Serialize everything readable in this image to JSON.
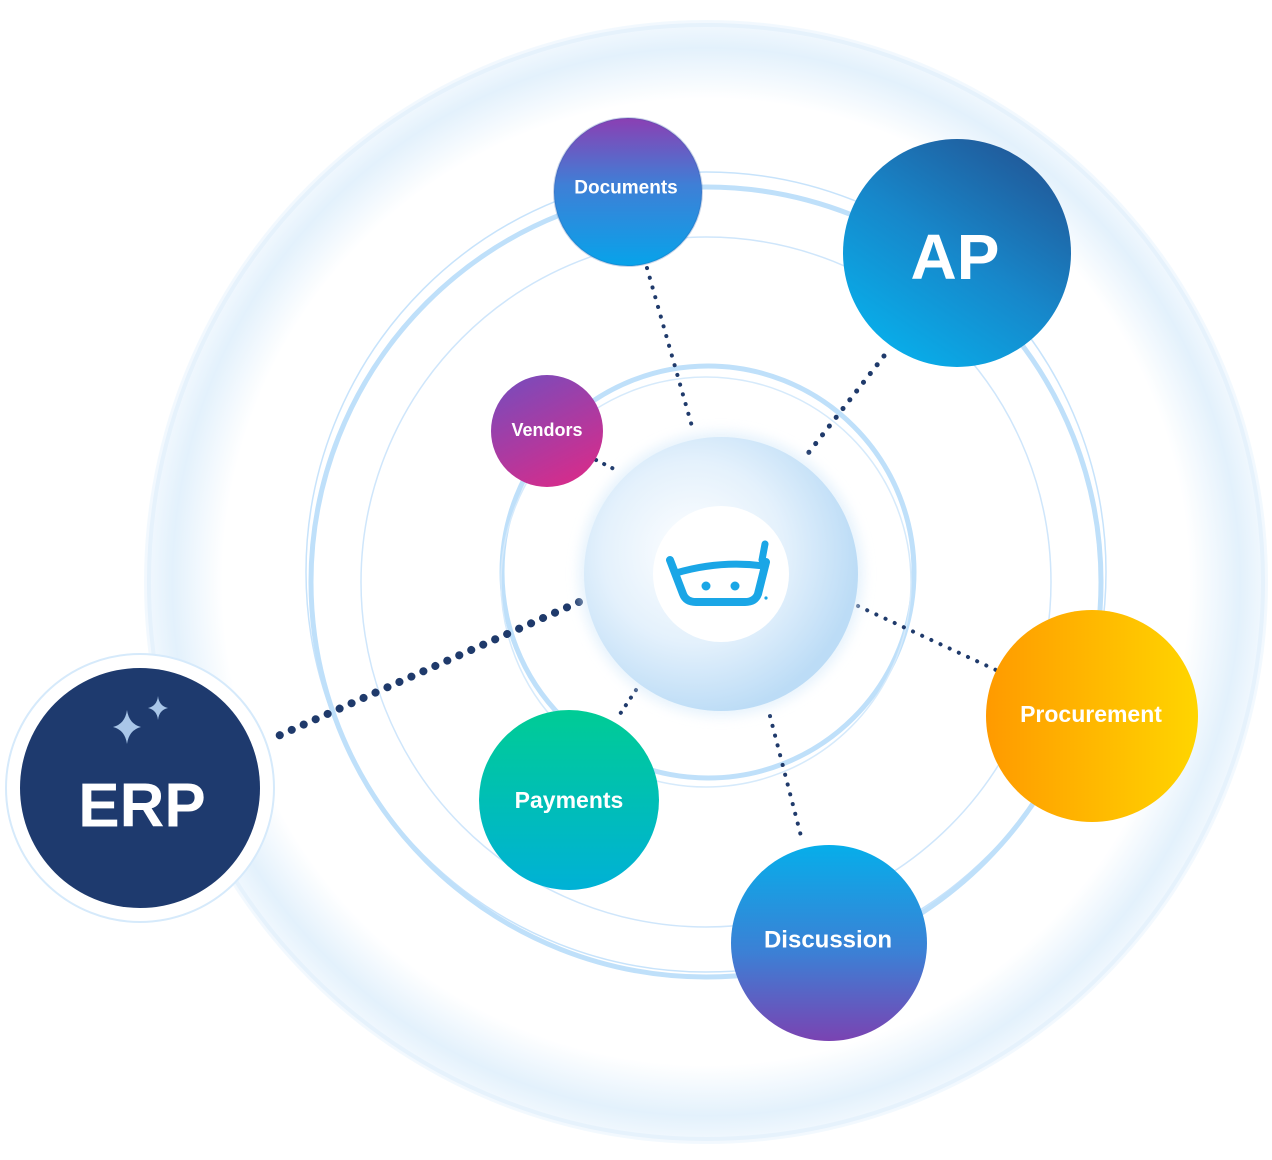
{
  "diagram": {
    "hub": {
      "icon": "basket-smile-logo-icon"
    },
    "nodes": [
      {
        "id": "documents",
        "label": "Documents",
        "interactable": true
      },
      {
        "id": "ap",
        "label": "AP",
        "interactable": true
      },
      {
        "id": "vendors",
        "label": "Vendors",
        "interactable": true
      },
      {
        "id": "procurement",
        "label": "Procurement",
        "interactable": true
      },
      {
        "id": "payments",
        "label": "Payments",
        "interactable": true
      },
      {
        "id": "discussion",
        "label": "Discussion",
        "interactable": true
      },
      {
        "id": "erp",
        "label": "ERP",
        "interactable": true
      }
    ],
    "erp_badge_icon": "sparkle-icon",
    "colors": {
      "connector": "#1f3a6b",
      "ring": "#bfe0fa",
      "hub_glow": "#cfe7fb",
      "brand_blue": "#1aa6e6",
      "erp_navy": "#1e3a6e",
      "procurement_orange": "#ffa500",
      "procurement_yellow": "#ffd400",
      "payments_green": "#00c896",
      "payments_teal": "#00b4d2",
      "vendors_magenta": "#d1308e",
      "vendors_purple": "#7b45b8"
    }
  }
}
